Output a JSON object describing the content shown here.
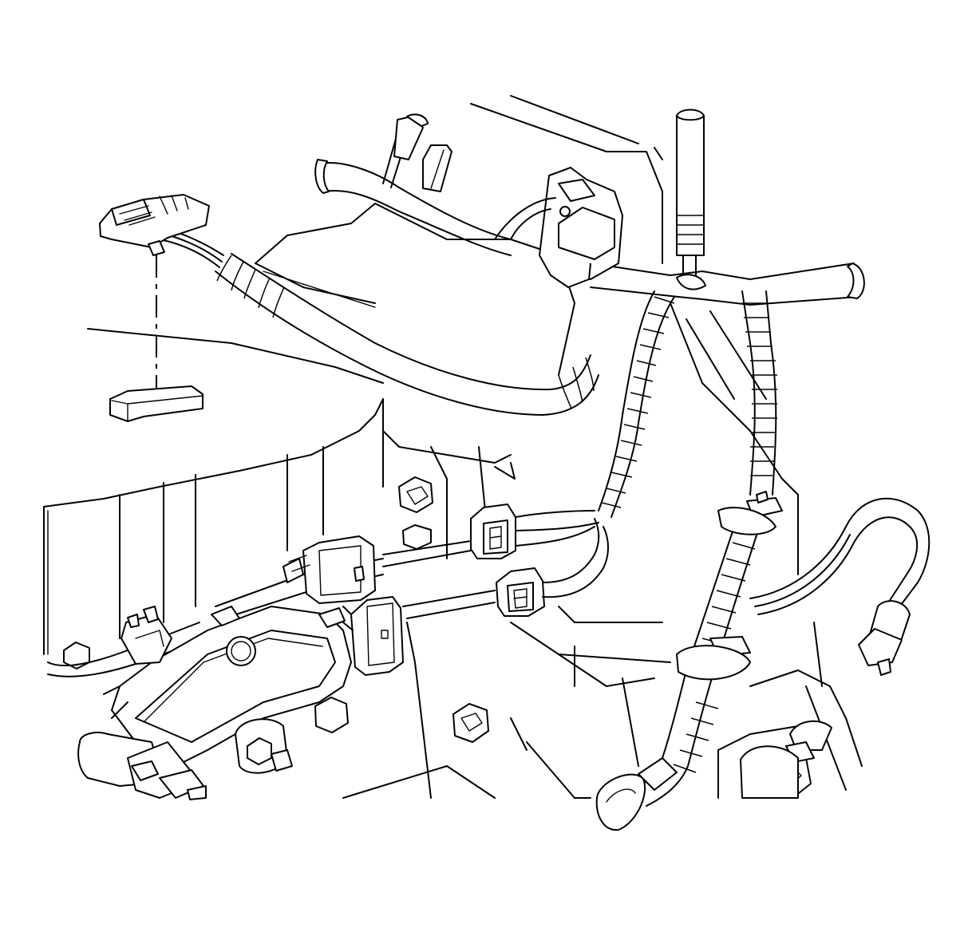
{
  "diagram": {
    "kind": "line-art",
    "colors": {
      "line": "#000000",
      "background": "#ffffff"
    },
    "parts": [
      {
        "id": "harness-connector",
        "icon": "connector-icon"
      },
      {
        "id": "connector-mount-pad",
        "icon": "bracket-icon"
      },
      {
        "id": "wiring-harness-main",
        "icon": "wire-harness-icon"
      },
      {
        "id": "wiring-harness-branch",
        "icon": "wire-harness-icon"
      },
      {
        "id": "range-switch",
        "icon": "switch-icon"
      },
      {
        "id": "inline-connector-upper",
        "icon": "connector-icon"
      },
      {
        "id": "inline-connector-lower",
        "icon": "connector-icon"
      },
      {
        "id": "sensor-connector-right",
        "icon": "connector-icon"
      },
      {
        "id": "transmission-case",
        "icon": "housing-icon"
      },
      {
        "id": "bolt-heads",
        "icon": "bolt-icon"
      }
    ]
  }
}
